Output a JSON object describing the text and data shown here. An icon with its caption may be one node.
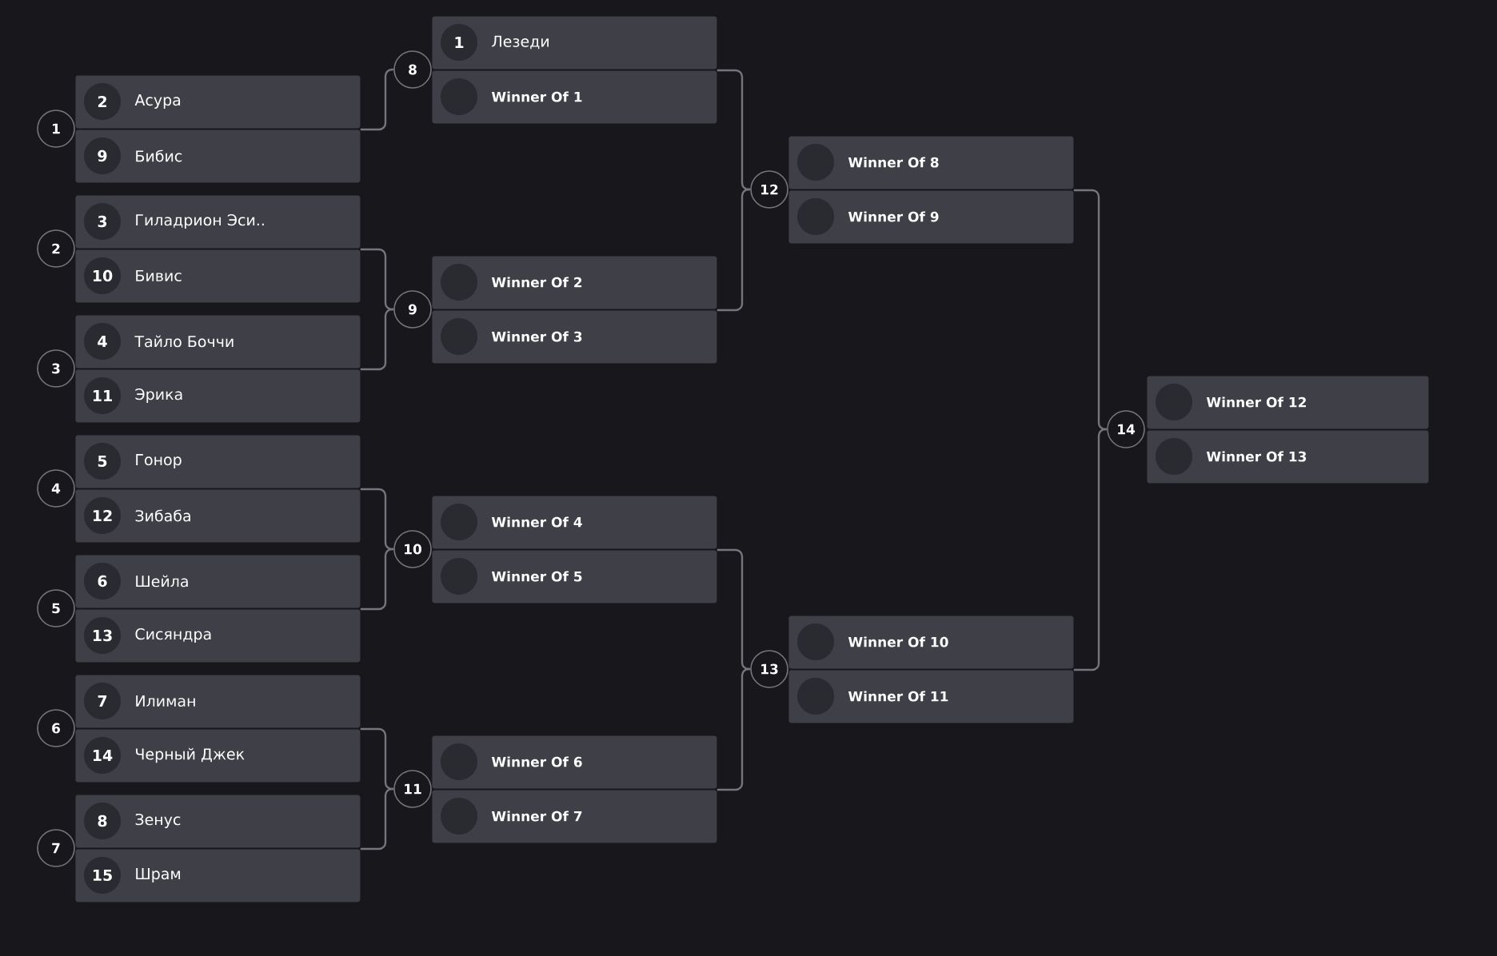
{
  "diagram": {
    "nodes": [
      {
        "text": [
          "1"
        ]
      },
      {
        "text": [
          "2",
          "Асура"
        ]
      },
      {
        "text": [
          "9",
          "Бибис"
        ]
      },
      {
        "text": [
          "2"
        ]
      },
      {
        "text": [
          "3",
          "Гиладрион Эси.."
        ]
      },
      {
        "text": [
          "10",
          "Бивис"
        ]
      },
      {
        "text": [
          "3"
        ]
      },
      {
        "text": [
          "4",
          "Тайло Боччи"
        ]
      },
      {
        "text": [
          "11",
          "Эрика"
        ]
      },
      {
        "text": [
          "4"
        ]
      },
      {
        "text": [
          "5",
          "Гонор"
        ]
      },
      {
        "text": [
          "12",
          "Зибаба"
        ]
      },
      {
        "text": [
          "5"
        ]
      },
      {
        "text": [
          "6",
          "Шейла"
        ]
      },
      {
        "text": [
          "13",
          "Сисяндра"
        ]
      },
      {
        "text": [
          "6"
        ]
      },
      {
        "text": [
          "7",
          "Илиман"
        ]
      },
      {
        "text": [
          "14",
          "Черный Джек"
        ]
      },
      {
        "text": [
          "7"
        ]
      },
      {
        "text": [
          "8",
          "Зенус"
        ]
      },
      {
        "text": [
          "15",
          "Шрам"
        ]
      },
      {
        "text": [
          "8"
        ]
      },
      {
        "text": [
          "1",
          "Лезеди"
        ]
      },
      {
        "text": [
          "Winner Of 1"
        ]
      },
      {
        "text": [
          "9"
        ]
      },
      {
        "text": [
          "Winner Of 2"
        ]
      },
      {
        "text": [
          "Winner Of 3"
        ]
      },
      {
        "text": [
          "10"
        ]
      },
      {
        "text": [
          "Winner Of 4"
        ]
      },
      {
        "text": [
          "Winner Of 5"
        ]
      },
      {
        "text": [
          "11"
        ]
      },
      {
        "text": [
          "Winner Of 6"
        ]
      },
      {
        "text": [
          "Winner Of 7"
        ]
      },
      {
        "text": [
          "12"
        ]
      },
      {
        "text": [
          "Winner Of 8"
        ]
      },
      {
        "text": [
          "Winner Of 9"
        ]
      },
      {
        "text": [
          "13"
        ]
      },
      {
        "text": [
          "Winner Of 10"
        ]
      },
      {
        "text": [
          "Winner Of 11"
        ]
      },
      {
        "text": [
          "14"
        ]
      },
      {
        "text": [
          "Winner Of 12"
        ]
      },
      {
        "text": [
          "Winner Of 13"
        ]
      }
    ],
    "edges": [
      {
        "from": 2,
        "to": 21,
        "arrow": "none"
      },
      {
        "from": 5,
        "to": 24,
        "arrow": "none"
      },
      {
        "from": 8,
        "to": 24,
        "arrow": "none"
      },
      {
        "from": 11,
        "to": 27,
        "arrow": "none"
      },
      {
        "from": 14,
        "to": 27,
        "arrow": "none"
      },
      {
        "from": 17,
        "to": 30,
        "arrow": "none"
      },
      {
        "from": 20,
        "to": 30,
        "arrow": "none"
      },
      {
        "from": 23,
        "to": 33,
        "arrow": "none"
      },
      {
        "from": 26,
        "to": 33,
        "arrow": "none"
      },
      {
        "from": 29,
        "to": 36,
        "arrow": "none"
      },
      {
        "from": 32,
        "to": 36,
        "arrow": "none"
      },
      {
        "from": 35,
        "to": 39,
        "arrow": "none"
      },
      {
        "from": 38,
        "to": 39,
        "arrow": "none"
      }
    ]
  }
}
